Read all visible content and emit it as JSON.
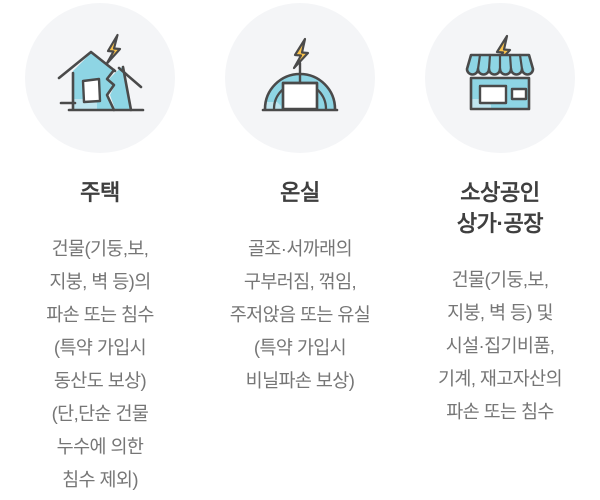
{
  "palette": {
    "background": "#ffffff",
    "circle_fill": "#f4f5f7",
    "icon_fill": "#8ed5e4",
    "icon_fill_shadow": "#bfe5ef",
    "icon_stroke": "#4a4a4a",
    "bolt_fill": "#fbc34a",
    "bolt_stroke": "#4a4a4a",
    "heading_color": "#3f3f3f",
    "body_color": "#767676"
  },
  "columns": [
    {
      "icon_name": "damaged-house-icon",
      "heading": "주택",
      "body": "건물(기둥,보,\n지붕, 벽 등)의\n파손 또는 침수\n(특약 가입시\n동산도 보상)\n(단,단순 건물\n누수에 의한\n침수 제외)"
    },
    {
      "icon_name": "damaged-greenhouse-icon",
      "heading": "온실",
      "body": "골조·서까래의\n구부러짐, 꺾임,\n주저앉음 또는 유실\n(특약 가입시\n비닐파손 보상)"
    },
    {
      "icon_name": "damaged-storefront-icon",
      "heading": "소상공인\n상가·공장",
      "body": "건물(기둥,보,\n지붕, 벽 등) 및\n시설·집기비품,\n기계, 재고자산의\n파손 또는 침수"
    }
  ]
}
